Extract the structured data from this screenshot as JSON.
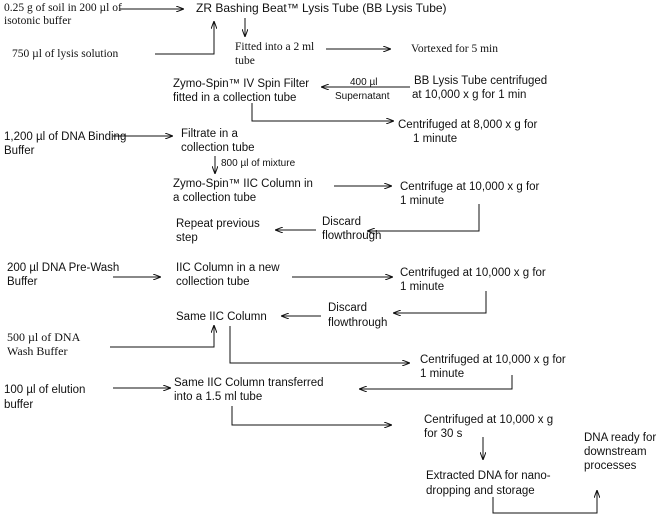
{
  "nodes": {
    "soil_1": "0.25 g of soil in 200 µl of",
    "soil_2": "isotonic buffer",
    "lysis_tube": "ZR Bashing Beat™ Lysis Tube  (BB Lysis Tube)",
    "lysis_solution": "750 µl of lysis solution",
    "fitted_1": "Fitted into a 2 ml",
    "fitted_2": "tube",
    "vortexed": "Vortexed for 5 min",
    "spin_filter_1": "Zymo-Spin™ IV Spin Filter",
    "spin_filter_2": "fitted in a collection tube",
    "supernatant_1": "400 µl",
    "supernatant_2": "Supernatant",
    "bb_centrifuged_1": "BB Lysis Tube   centrifuged",
    "bb_centrifuged_2": "at 10,000 x g for 1 min",
    "centrifuged_8000_1": "Centrifuged at 8,000 x g for",
    "centrifuged_8000_2": "1 minute",
    "dna_binding_1": "1,200 µl of DNA Binding",
    "dna_binding_2": "Buffer",
    "filtrate_1": "Filtrate in a",
    "filtrate_2": "collection tube",
    "mixture": "800 µl of mixture",
    "iic_column_1": "Zymo-Spin™ IIC Column in",
    "iic_column_2": "a collection tube",
    "centrifuge_10000_1a": "Centrifuge at 10,000 x g for",
    "centrifuge_10000_1b": "1 minute",
    "repeat_1": "Repeat previous",
    "repeat_2": "step",
    "discard_1a": "Discard",
    "discard_1b": "flowthrough",
    "prewash_1": "200 µl DNA Pre-Wash",
    "prewash_2": "Buffer",
    "iic_new_1": "IIC Column in a new",
    "iic_new_2": "collection tube",
    "centrifuged_10000_2a": "Centrifuged at 10,000 x g for",
    "centrifuged_10000_2b": "1 minute",
    "discard_2a": "Discard",
    "discard_2b": "flowthrough",
    "same_iic": "Same IIC Column",
    "wash_1": "500 µl of DNA",
    "wash_2": "Wash Buffer",
    "centrifuged_10000_3a": "Centrifuged at 10,000 x g for",
    "centrifuged_10000_3b": "1 minute",
    "elution_1": "100 µl of elution",
    "elution_2": "buffer",
    "transferred_1": "Same IIC Column transferred",
    "transferred_2": "into a 1.5 ml tube",
    "centrifuged_30s_1": "Centrifuged at 10,000 x g",
    "centrifuged_30s_2": "for 30 s",
    "extracted_1": "Extracted DNA for nano-",
    "extracted_2": "dropping and storage",
    "ready_1": "DNA ready for",
    "ready_2": "downstream",
    "ready_3": "processes"
  }
}
